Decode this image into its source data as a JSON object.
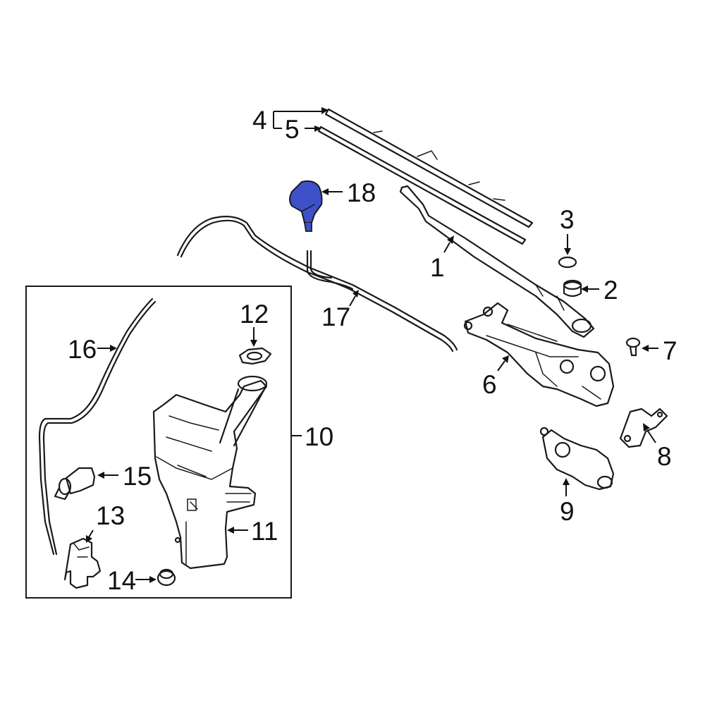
{
  "callouts": {
    "c1": "1",
    "c2": "2",
    "c3": "3",
    "c4": "4",
    "c5": "5",
    "c6": "6",
    "c7": "7",
    "c8": "8",
    "c9": "9",
    "c10": "10",
    "c11": "11",
    "c12": "12",
    "c13": "13",
    "c14": "14",
    "c15": "15",
    "c16": "16",
    "c17": "17",
    "c18": "18"
  },
  "colors": {
    "highlight": "#3f51c9",
    "line": "#1a1a1a"
  }
}
